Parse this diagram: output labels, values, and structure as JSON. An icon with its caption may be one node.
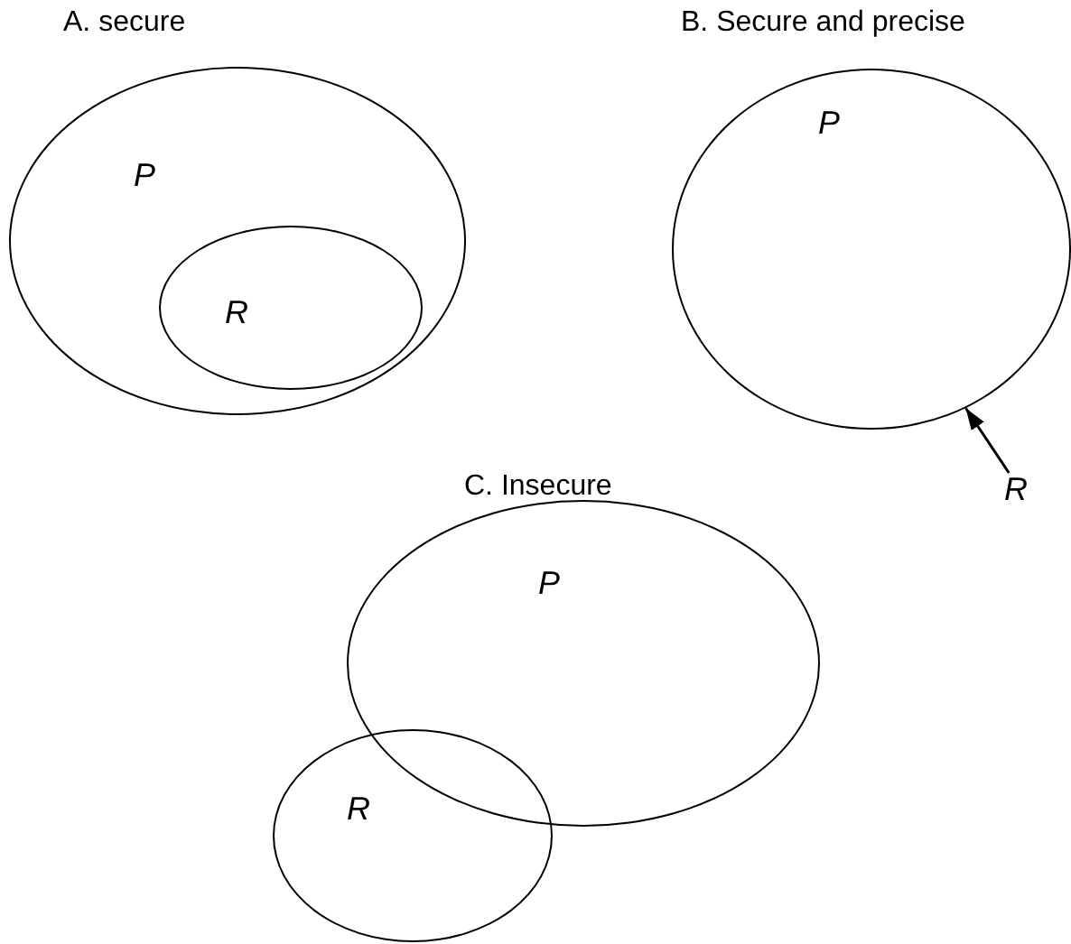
{
  "diagram": {
    "nodes": [
      {
        "text": [
          "P"
        ]
      },
      {
        "text": [
          "R"
        ],
        "in": 0
      },
      {
        "text": [
          "P"
        ]
      },
      {
        "text": [
          "R"
        ]
      },
      {
        "text": [
          "P"
        ]
      },
      {
        "text": [
          "R"
        ]
      }
    ],
    "edges": [
      {
        "from": 3,
        "to": 2,
        "arrow": "to"
      }
    ],
    "labels": [
      "A. secure",
      "B. Secure and precise",
      "C. Insecure"
    ]
  }
}
